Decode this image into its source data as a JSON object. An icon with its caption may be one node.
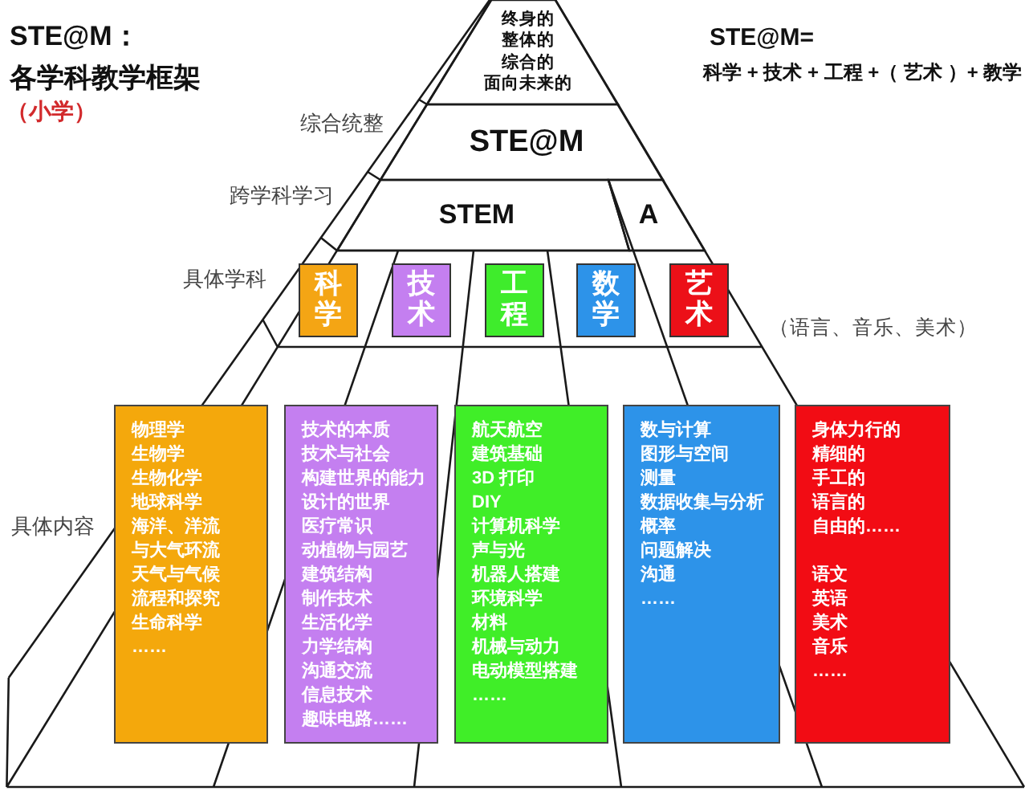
{
  "diagram": {
    "title": "STE@M：各学科教学框架",
    "nodes": [
      {
        "text": [
          "终身的",
          "整体的",
          "综合的",
          "面向未来的"
        ]
      },
      {
        "text": [
          "STE@M"
        ]
      },
      {
        "text": [
          "STEM"
        ]
      },
      {
        "text": [
          "A"
        ]
      },
      {
        "text": [
          "科学"
        ]
      },
      {
        "text": [
          "技术"
        ]
      },
      {
        "text": [
          "工程"
        ]
      },
      {
        "text": [
          "数学"
        ]
      },
      {
        "text": [
          "艺术"
        ]
      },
      {
        "text": [
          "物理学",
          "生物学",
          "生物化学",
          "地球科学",
          "海洋、洋流与大气环流",
          "天气与气候",
          "流程和探究",
          "生命科学",
          "……"
        ]
      },
      {
        "text": [
          "技术的本质",
          "技术与社会",
          "构建世界的能力",
          "设计的世界",
          "医疗常识",
          "动植物与园艺",
          "建筑结构",
          "制作技术",
          "生活化学",
          "力学结构",
          "沟通交流",
          "信息技术",
          "趣味电路……"
        ]
      },
      {
        "text": [
          "航天航空",
          "建筑基础",
          "3D 打印",
          "DIY",
          "计算机科学",
          "声与光",
          "机器人搭建",
          "环境科学",
          "材料",
          "机械与动力",
          "电动模型搭建",
          "……"
        ]
      },
      {
        "text": [
          "数与计算",
          "图形与空间",
          "测量",
          "数据收集与分析",
          "概率",
          "问题解决",
          "沟通",
          "……"
        ]
      },
      {
        "text": [
          "身体力行的",
          "精细的",
          "手工的",
          "语言的",
          "自由的……",
          "语文",
          "英语",
          "美术",
          "音乐",
          "……"
        ]
      }
    ],
    "labels": [
      "（小学）",
      "STE@M=",
      "科学 + 技术 + 工程 +（ 艺术 ）+ 教学",
      "综合统整",
      "跨学科学习",
      "具体学科",
      "（语言、音乐、美术）",
      "具体内容"
    ]
  }
}
